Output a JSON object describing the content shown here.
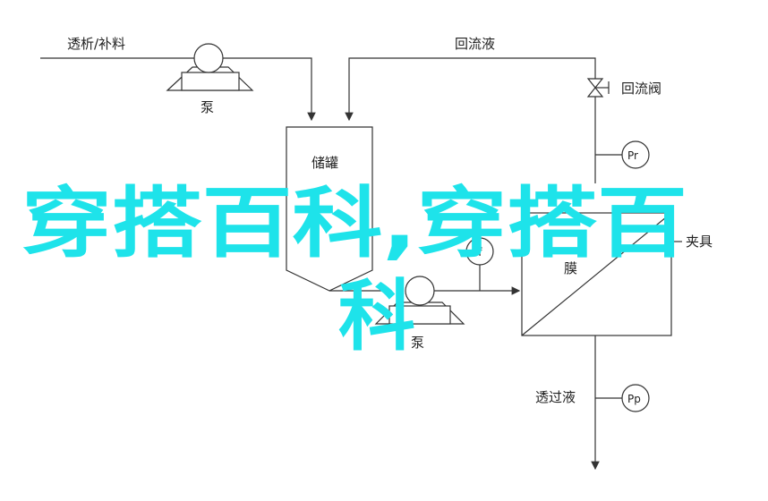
{
  "diagram": {
    "labels": {
      "feed": "透析/补料",
      "pump_top": "泵",
      "reflux": "回流液",
      "reflux_valve": "回流阀",
      "tank": "储罐",
      "membrane": "膜",
      "fixture": "夹具",
      "pump_bottom": "泵",
      "permeate": "透过液"
    },
    "gauges": {
      "pr": "Pr",
      "pf": "Pf",
      "pp": "Pp"
    }
  },
  "overlay": {
    "line1": "穿搭百科,穿搭百",
    "line2": "科",
    "color": "#1ee3ea"
  },
  "colors": {
    "line": "#333333",
    "background": "#ffffff"
  }
}
